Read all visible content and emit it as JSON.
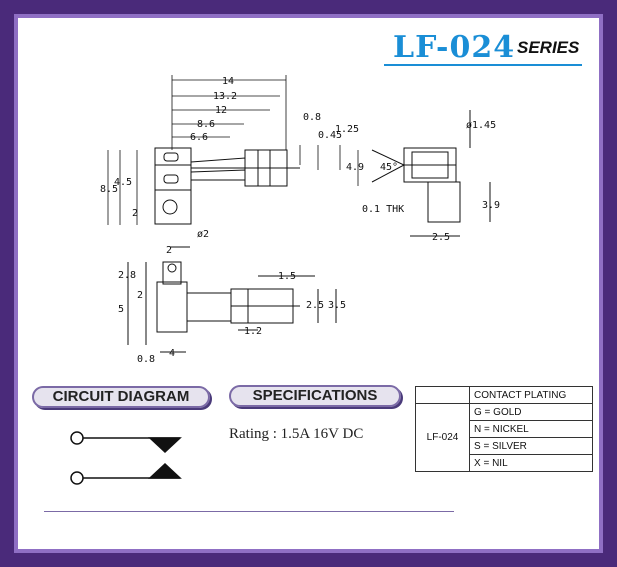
{
  "title": {
    "code": "LF-024",
    "series_word": "SERIES"
  },
  "labels": {
    "circuit_diagram": "CIRCUIT DIAGRAM",
    "specifications": "SPECIFICATIONS"
  },
  "specs": {
    "rating": "Rating : 1.5A 16V DC"
  },
  "plating_table": {
    "header": "CONTACT PLATING",
    "model": "LF-024",
    "rows": [
      "G = GOLD",
      "N = NICKEL",
      "S = SILVER",
      "X = NIL"
    ]
  },
  "dimensions": {
    "top_view": [
      "14",
      "13.2",
      "12",
      "8.6",
      "6.6",
      "0.8",
      "0.45",
      "1.25",
      "4.9",
      "8.5",
      "4.5",
      "2",
      "ø2"
    ],
    "side_view": [
      "45°",
      "ø1.45",
      "0.1 THK",
      "2.5",
      "3.9"
    ],
    "bottom_view": [
      "2",
      "2.8",
      "2",
      "5",
      "0.8",
      "4",
      "1.5",
      "2.5",
      "3.5",
      "1.2"
    ]
  },
  "colors": {
    "frame": "#4a2a7a",
    "title": "#1a8ed6",
    "pill": "#e6e3ee"
  }
}
